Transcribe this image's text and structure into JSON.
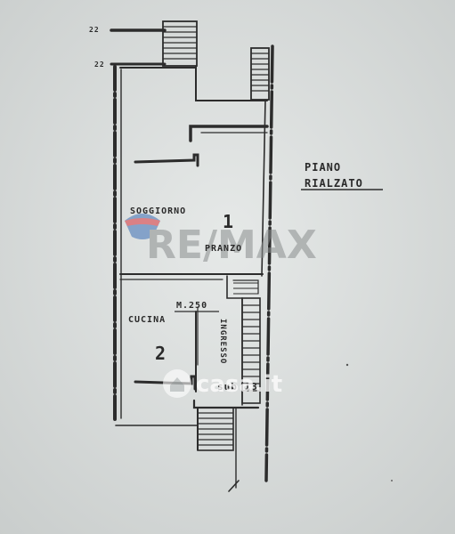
{
  "title": {
    "line1": "PIANO",
    "line2": "RIALZATO"
  },
  "rooms": [
    {
      "number": "1",
      "labels": [
        "SOGGIORNO",
        "PRANZO"
      ]
    },
    {
      "number": "2",
      "labels": [
        "CUCINA"
      ]
    }
  ],
  "annotations": {
    "top": "M.250",
    "stair": "INGRESSO",
    "sub": "sub 13",
    "corner_marks": [
      "22",
      "22"
    ]
  },
  "watermarks": {
    "remax": "RE/MAX",
    "site": "casa.it"
  },
  "colors": {
    "background": "#dfe2e1",
    "ink": "#2c2c2c",
    "remax_blue": "#3b6fb6",
    "remax_red": "#d8323a"
  }
}
